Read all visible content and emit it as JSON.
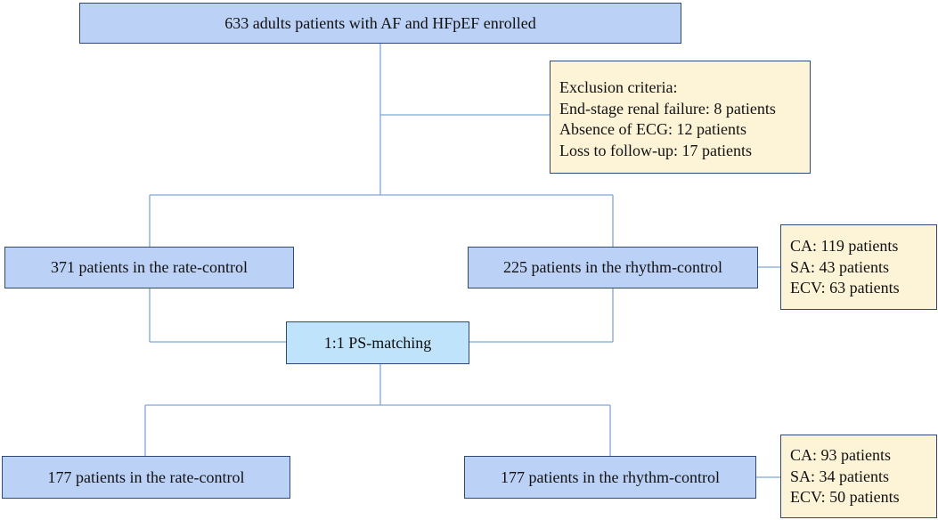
{
  "flowchart": {
    "enrolled": "633 adults patients with AF and HFpEF enrolled",
    "exclusion": {
      "title": "Exclusion criteria:",
      "items": [
        "End-stage renal failure: 8 patients",
        "Absence of ECG: 12 patients",
        "Loss to follow-up: 17 patients"
      ]
    },
    "rate_control_initial": "371 patients in the rate-control",
    "rhythm_control_initial": "225 patients in the rhythm-control",
    "rhythm_breakdown_initial": [
      "CA: 119 patients",
      "SA: 43 patients",
      "ECV: 63 patients"
    ],
    "matching": "1:1 PS-matching",
    "rate_control_matched": "177 patients in the rate-control",
    "rhythm_control_matched": "177 patients in the rhythm-control",
    "rhythm_breakdown_matched": [
      "CA: 93 patients",
      "SA: 34 patients",
      "ECV: 50 patients"
    ]
  },
  "colors": {
    "main_box": "#bcd1f6",
    "matching_box": "#bfe3fb",
    "note_box": "#fdf3d6",
    "border": "#2f4a7a",
    "connector": "#7ea6d8"
  }
}
